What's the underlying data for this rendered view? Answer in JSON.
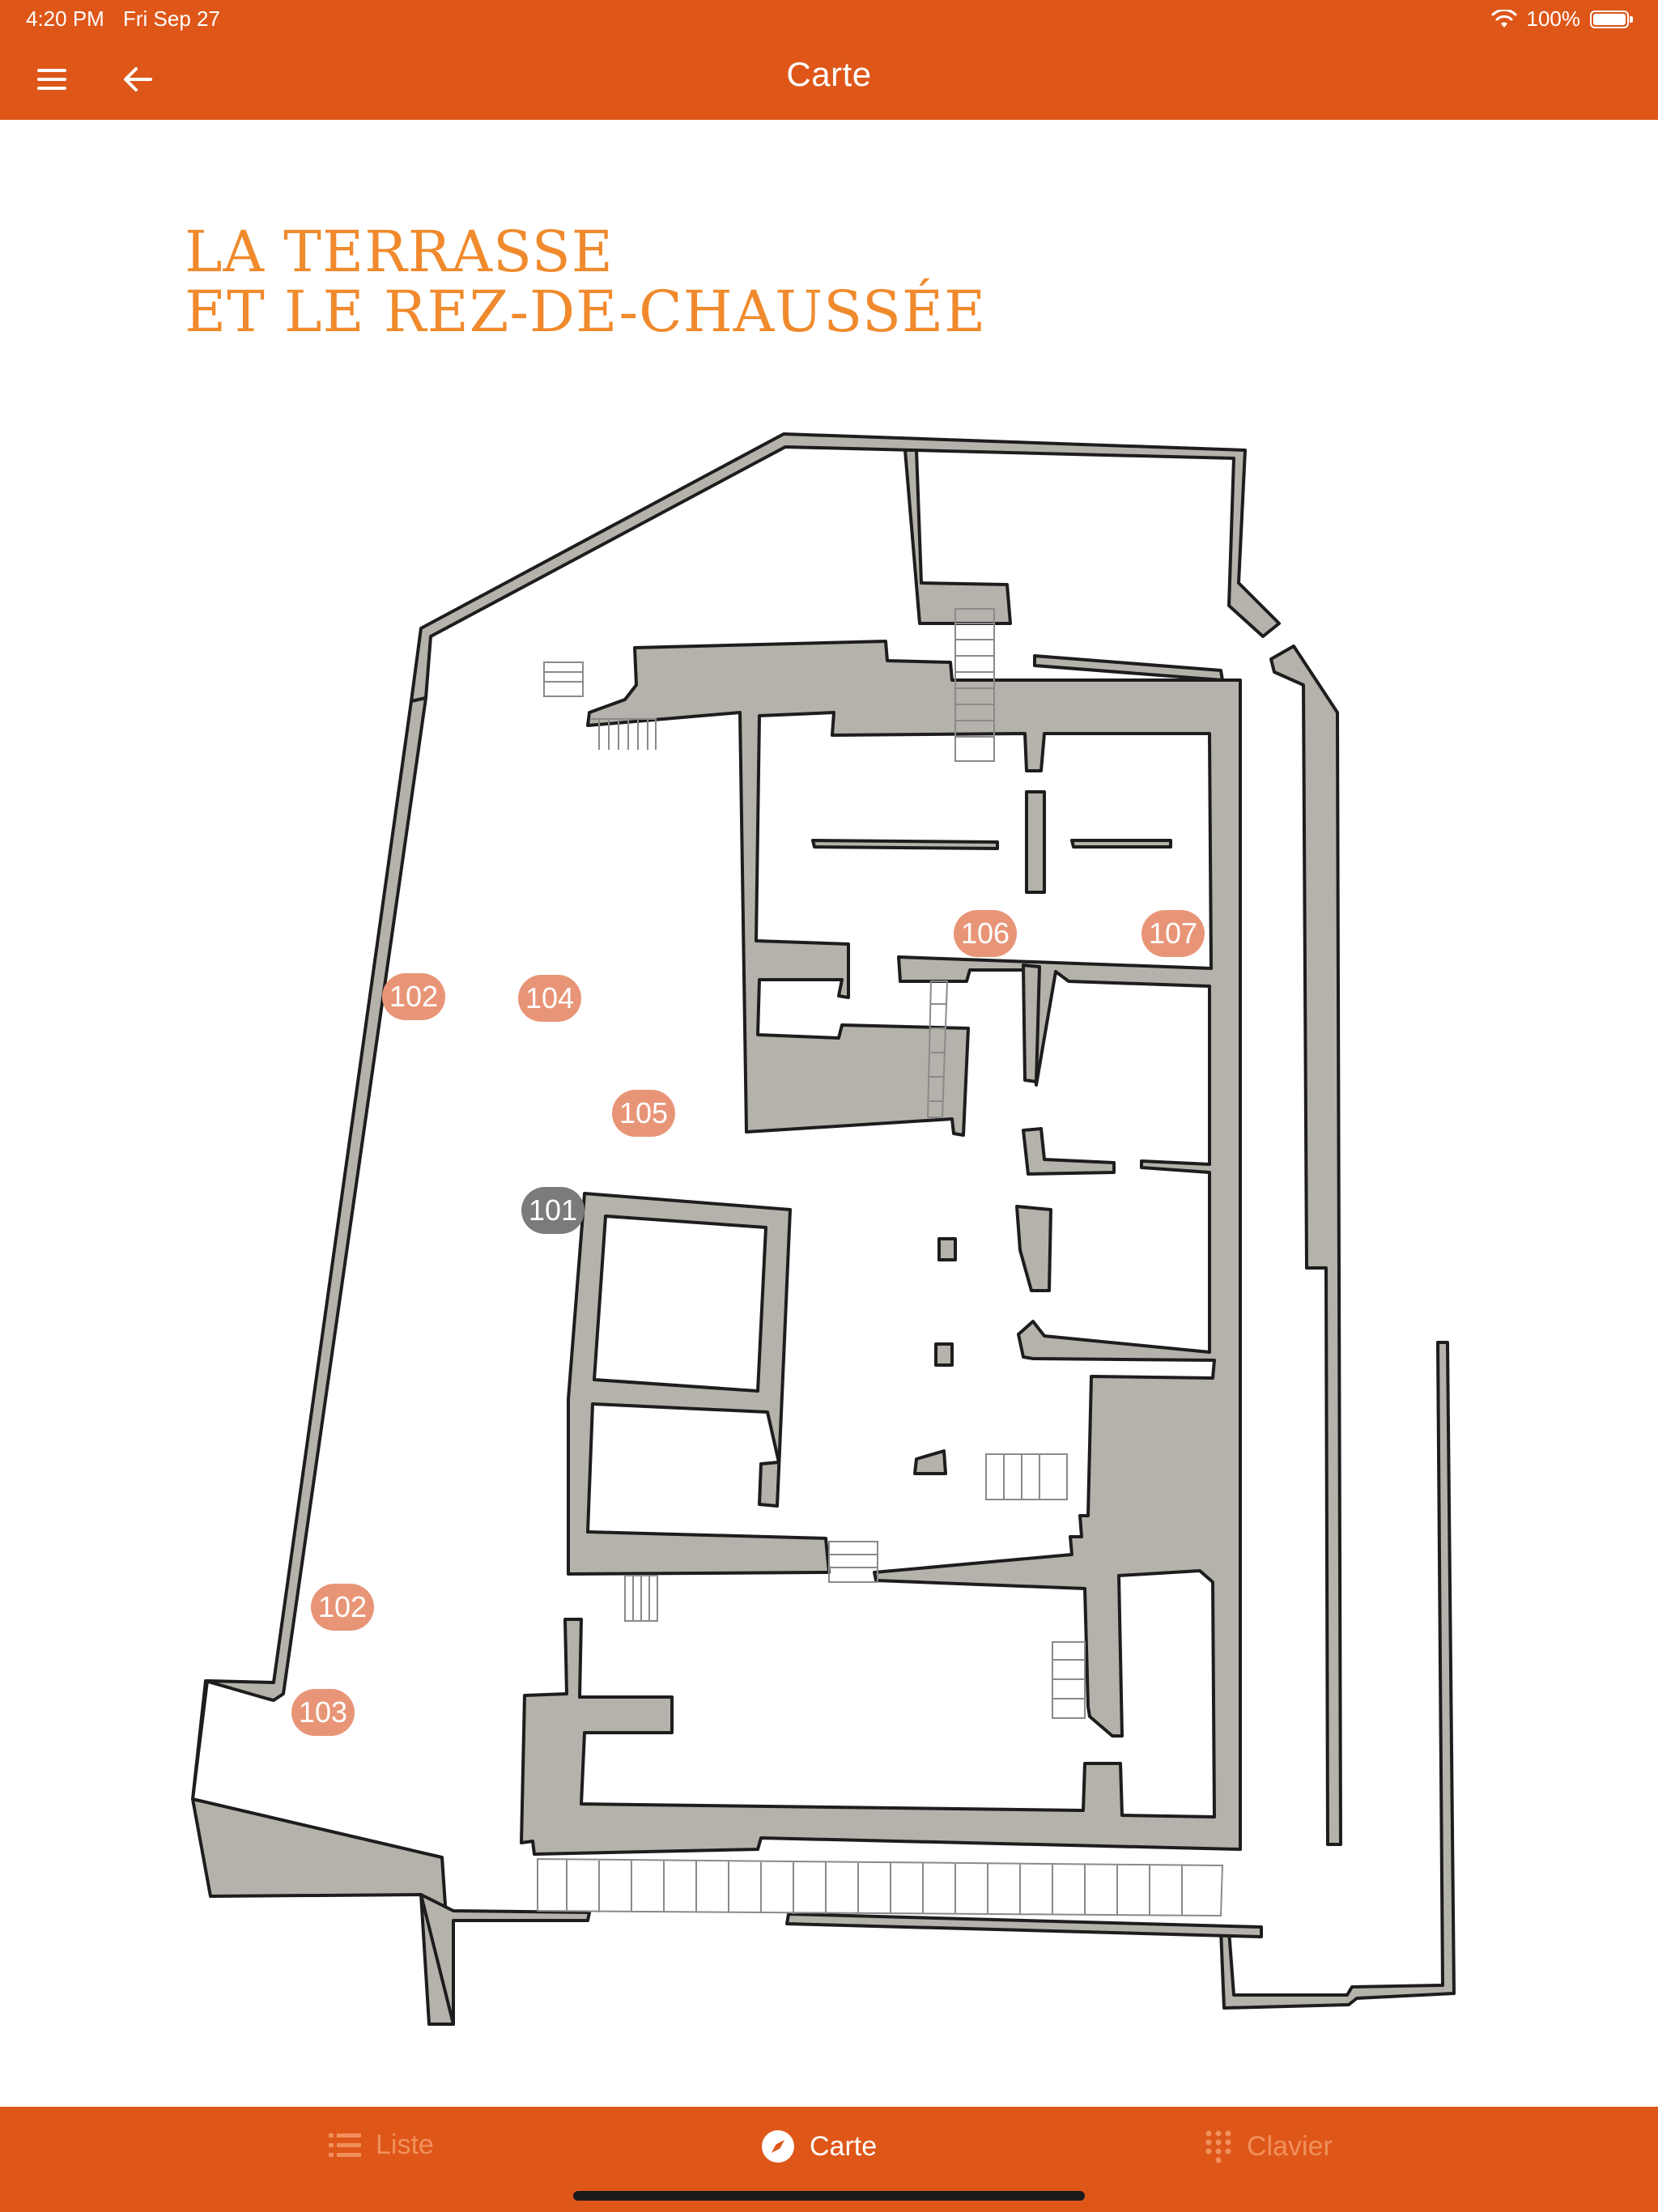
{
  "status": {
    "time": "4:20 PM",
    "date": "Fri Sep 27",
    "battery": "100%",
    "battery_level": 1.0
  },
  "header": {
    "title": "Carte",
    "menu_icon": "hamburger-menu-icon",
    "back_icon": "arrow-left-icon"
  },
  "map": {
    "heading": "LA TERRASSE\nET LE REZ-DE-CHAUSSÉE",
    "markers": [
      {
        "id": "102",
        "label": "102",
        "style": "orange"
      },
      {
        "id": "104",
        "label": "104",
        "style": "orange"
      },
      {
        "id": "105",
        "label": "105",
        "style": "orange"
      },
      {
        "id": "106",
        "label": "106",
        "style": "orange"
      },
      {
        "id": "107",
        "label": "107",
        "style": "orange"
      },
      {
        "id": "101",
        "label": "101",
        "style": "grey"
      },
      {
        "id": "102b",
        "label": "102",
        "style": "orange"
      },
      {
        "id": "103",
        "label": "103",
        "style": "orange"
      }
    ]
  },
  "tabs": [
    {
      "label": "Liste",
      "icon": "list-icon",
      "active": false
    },
    {
      "label": "Carte",
      "icon": "compass-icon",
      "active": true
    },
    {
      "label": "Clavier",
      "icon": "keypad-icon",
      "active": false
    }
  ],
  "colors": {
    "brand": "#de5719",
    "heading": "#f08a2d",
    "marker": "#e89577",
    "marker_selected": "#7b7b7b",
    "wall": "#b5b2ab"
  }
}
